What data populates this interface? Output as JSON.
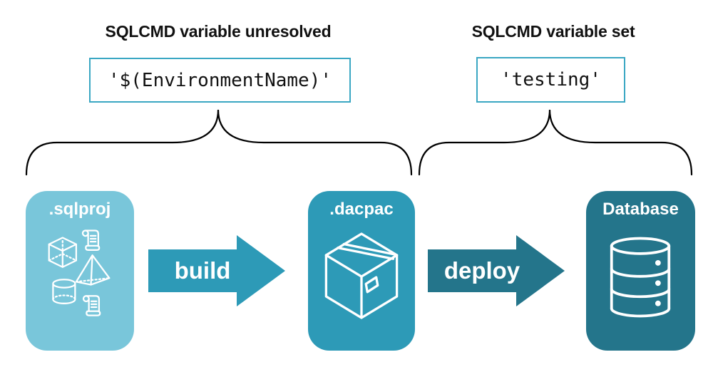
{
  "diagram": {
    "left_group": {
      "heading": "SQLCMD variable unresolved",
      "code_value": "'$(EnvironmentName)'"
    },
    "right_group": {
      "heading": "SQLCMD variable set",
      "code_value": "'testing'"
    },
    "nodes": [
      {
        "id": "sqlproj",
        "label": ".sqlproj",
        "fill": "#79c6da",
        "icon": "sql-objects-icon (scroll-icon, cube-icon, pyramid-icon, cylinder-icon, scroll-icon)"
      },
      {
        "id": "dacpac",
        "label": ".dacpac",
        "fill": "#2d9ab7",
        "icon": "package-box-icon"
      },
      {
        "id": "database",
        "label": "Database",
        "fill": "#24758b",
        "icon": "database-cylinder-icon"
      }
    ],
    "arrows": [
      {
        "label": "build",
        "fill": "#2d9ab7"
      },
      {
        "label": "deploy",
        "fill": "#24758b"
      }
    ],
    "colors": {
      "background": "#ffffff",
      "heading_text": "#111111",
      "code_text": "#111111",
      "code_box_border": "#3aa7c3",
      "brace_stroke": "#000000",
      "icon_stroke": "#ffffff",
      "node_label_text": "#ffffff",
      "arrow_label_text": "#ffffff"
    }
  }
}
